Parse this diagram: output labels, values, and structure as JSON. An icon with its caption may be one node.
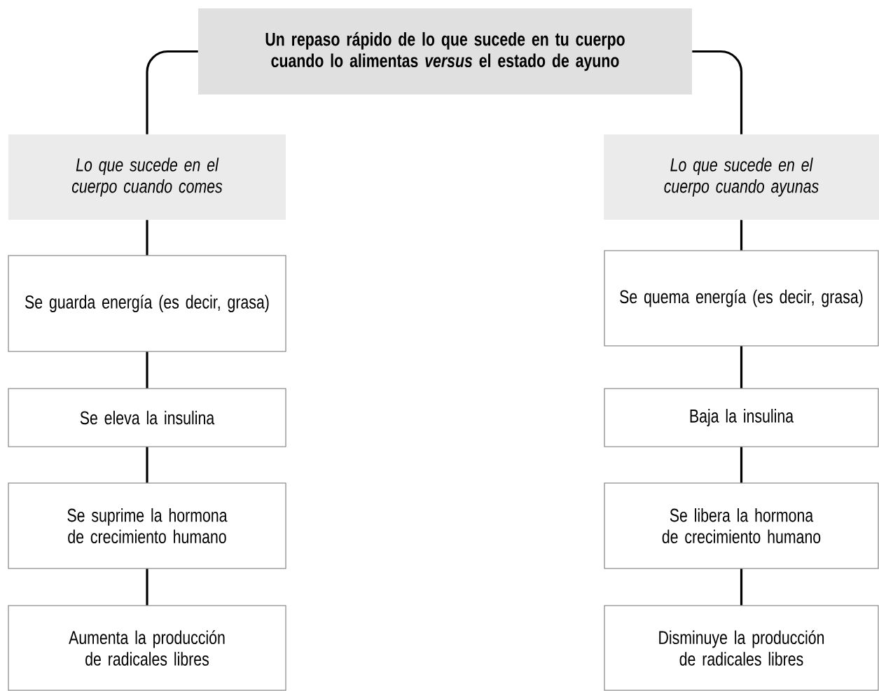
{
  "diagram": {
    "nodes": [
      {
        "text": [
          "Un repaso rápido de lo que sucede en tu cuerpo cuando lo alimentas *versus* el estado de ayuno"
        ]
      },
      {
        "text": [
          "Lo que sucede en el cuerpo cuando comes"
        ]
      },
      {
        "text": [
          "Lo que sucede en el cuerpo cuando ayunas"
        ]
      },
      {
        "text": [
          "Se guarda energía (es decir, grasa)"
        ]
      },
      {
        "text": [
          "Se eleva la insulina"
        ]
      },
      {
        "text": [
          "Se suprime la hormona de crecimiento humano"
        ]
      },
      {
        "text": [
          "Aumenta la producción de radicales libres"
        ]
      },
      {
        "text": [
          "Se quema energía (es decir, grasa)"
        ]
      },
      {
        "text": [
          "Baja la insulina"
        ]
      },
      {
        "text": [
          "Se libera la hormona de crecimiento humano"
        ]
      },
      {
        "text": [
          "Disminuye la producción de radicales libres"
        ]
      }
    ],
    "edges": [
      {
        "from": 0,
        "to": 1,
        "arrow": "none"
      },
      {
        "from": 0,
        "to": 2,
        "arrow": "none"
      },
      {
        "from": 1,
        "to": 3,
        "arrow": "none"
      },
      {
        "from": 3,
        "to": 4,
        "arrow": "none"
      },
      {
        "from": 4,
        "to": 5,
        "arrow": "none"
      },
      {
        "from": 5,
        "to": 6,
        "arrow": "none"
      },
      {
        "from": 2,
        "to": 7,
        "arrow": "none"
      },
      {
        "from": 7,
        "to": 8,
        "arrow": "none"
      },
      {
        "from": 8,
        "to": 9,
        "arrow": "none"
      },
      {
        "from": 9,
        "to": 10,
        "arrow": "none"
      }
    ]
  }
}
